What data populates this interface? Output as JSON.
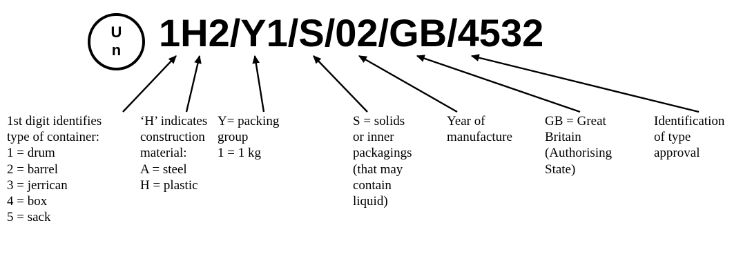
{
  "mark": {
    "line1": "U",
    "line2": "n"
  },
  "code": "1H2/Y1/S/02/GB/4532",
  "descriptions": [
    {
      "id": "first-digit",
      "lines": [
        "1st digit identifies",
        "type of container:",
        "1 = drum",
        "2 = barrel",
        "3 = jerrican",
        "4 = box",
        "5 = sack"
      ]
    },
    {
      "id": "construction-material",
      "lines": [
        "‘H’ indicates",
        "construction",
        "material:",
        "A = steel",
        "H = plastic"
      ]
    },
    {
      "id": "packing-group",
      "lines": [
        "Y= packing",
        "group",
        "1 = 1 kg"
      ]
    },
    {
      "id": "solids",
      "lines": [
        "S = solids",
        "or inner",
        "packagings",
        "(that may",
        "contain",
        "liquid)"
      ]
    },
    {
      "id": "year",
      "lines": [
        "Year of",
        "manufacture"
      ]
    },
    {
      "id": "state",
      "lines": [
        "GB = Great",
        "Britain",
        "(Authorising",
        "State)"
      ]
    },
    {
      "id": "type-approval",
      "lines": [
        "Identification",
        "of type",
        "approval"
      ]
    }
  ]
}
